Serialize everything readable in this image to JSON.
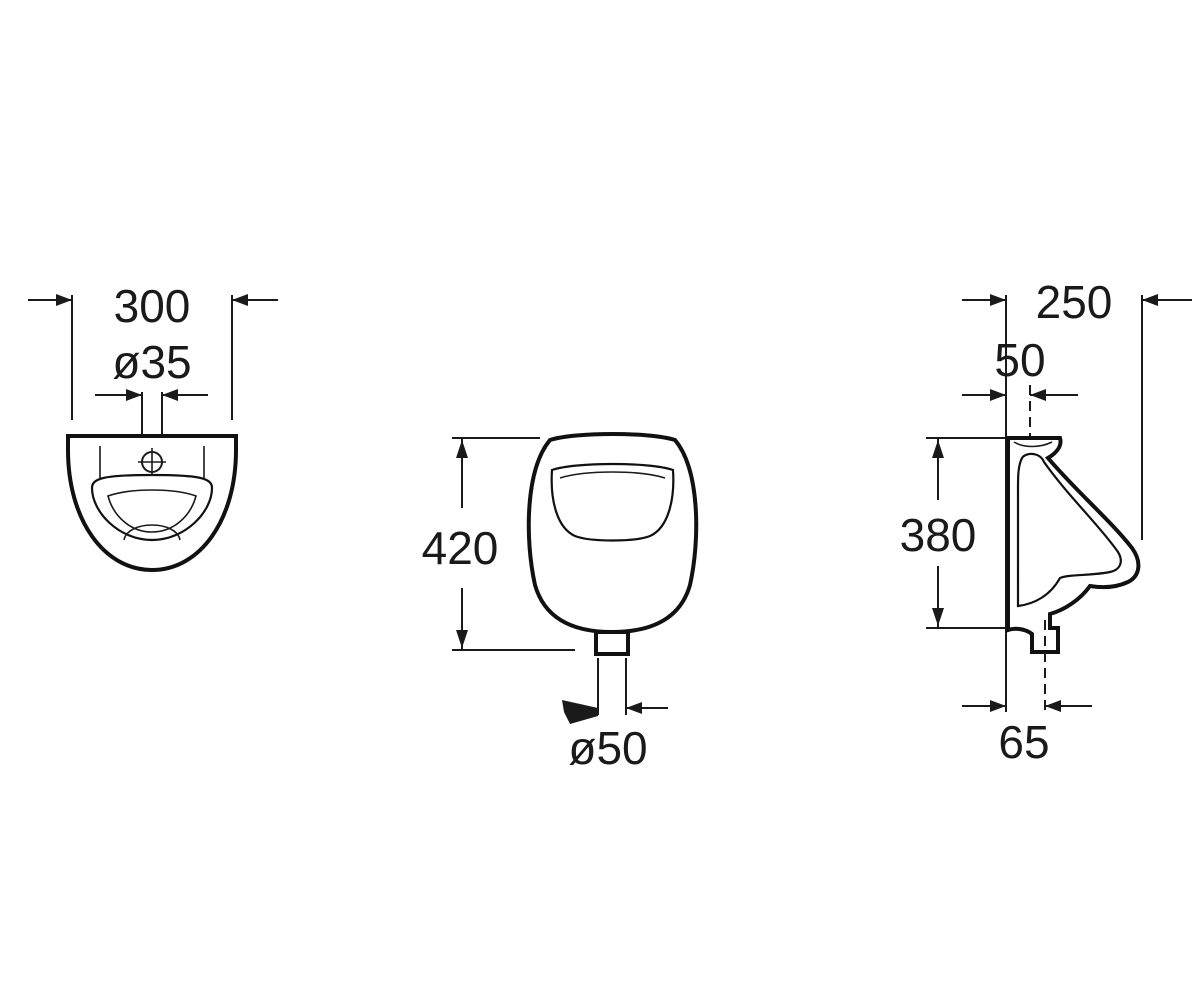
{
  "dimensions": {
    "top_view": {
      "width": "300",
      "inlet_diameter": "ø35"
    },
    "front_view": {
      "height": "420",
      "outlet_diameter": "ø50"
    },
    "side_view": {
      "depth": "250",
      "inlet_offset": "50",
      "height": "380",
      "outlet_offset": "65"
    }
  },
  "colors": {
    "line": "#1a1a1a",
    "background": "#ffffff"
  }
}
